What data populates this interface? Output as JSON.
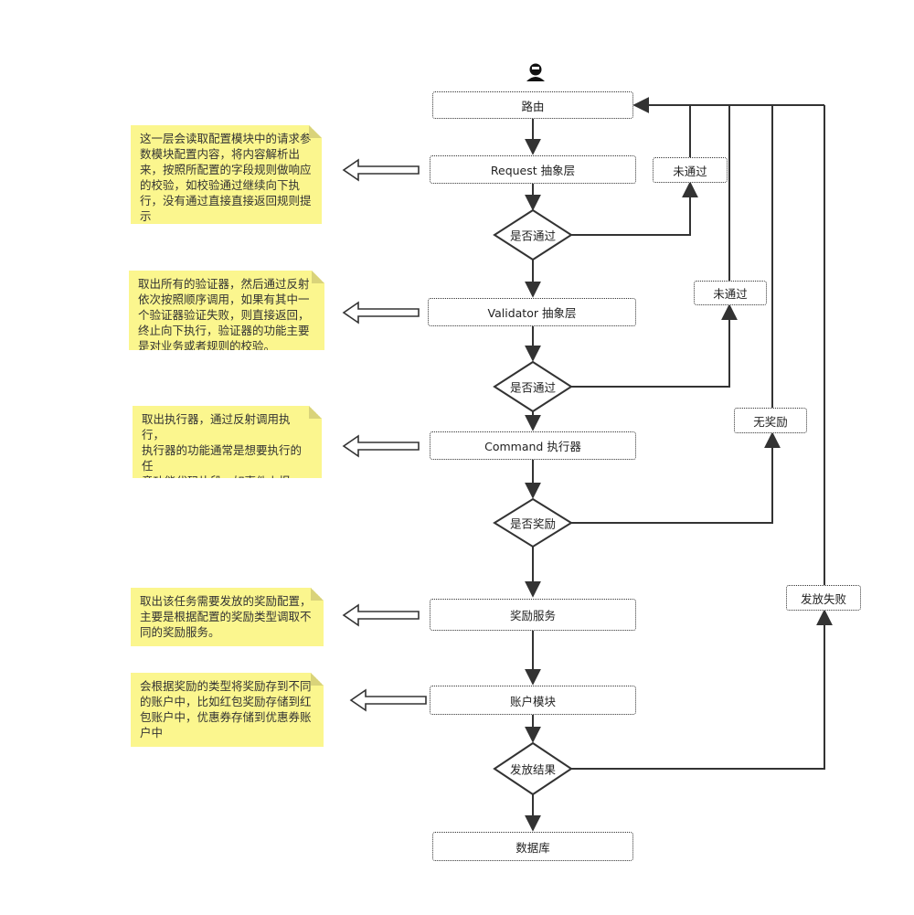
{
  "nodes": {
    "route": "路由",
    "request_layer": "Request 抽象层",
    "validator_layer": "Validator 抽象层",
    "command_executor": "Command 执行器",
    "reward_service": "奖励服务",
    "account_module": "账户模块",
    "database": "数据库"
  },
  "decisions": {
    "passed_1": "是否通过",
    "passed_2": "是否通过",
    "has_reward": "是否奖励",
    "issue_result": "发放结果"
  },
  "branch_labels": {
    "not_passed_1": "未通过",
    "not_passed_2": "未通过",
    "no_reward": "无奖励",
    "issue_failed": "发放失败"
  },
  "notes": {
    "request_note": "这一层会读取配置模块中的请求参\n数模块配置内容，将内容解析出\n来，按照所配置的字段规则做响应\n的校验，如校验通过继续向下执\n行，没有通过直接直接返回规则提\n示",
    "validator_note": "取出所有的验证器，然后通过反射\n依次按照顺序调用，如果有其中一\n个验证器验证失败，则直接返回，\n终止向下执行，验证器的功能主要\n是对业务或者规则的校验。",
    "command_note": "取出执行器，通过反射调用执行，\n执行器的功能通常是想要执行的任\n意功能代码片段，如事件上报，日\n志记录，写入数据库记录等等。",
    "reward_note": "取出该任务需要发放的奖励配置，\n主要是根据配置的奖励类型调取不\n同的奖励服务。",
    "account_note": "会根据奖励的类型将奖励存到不同\n的账户中，比如红包奖励存储到红\n包账户中，优惠券存储到优惠券账\n户中"
  },
  "icons": {
    "start": "user-icon"
  },
  "colors": {
    "note_fill": "#fbf68e",
    "line": "#333333"
  }
}
